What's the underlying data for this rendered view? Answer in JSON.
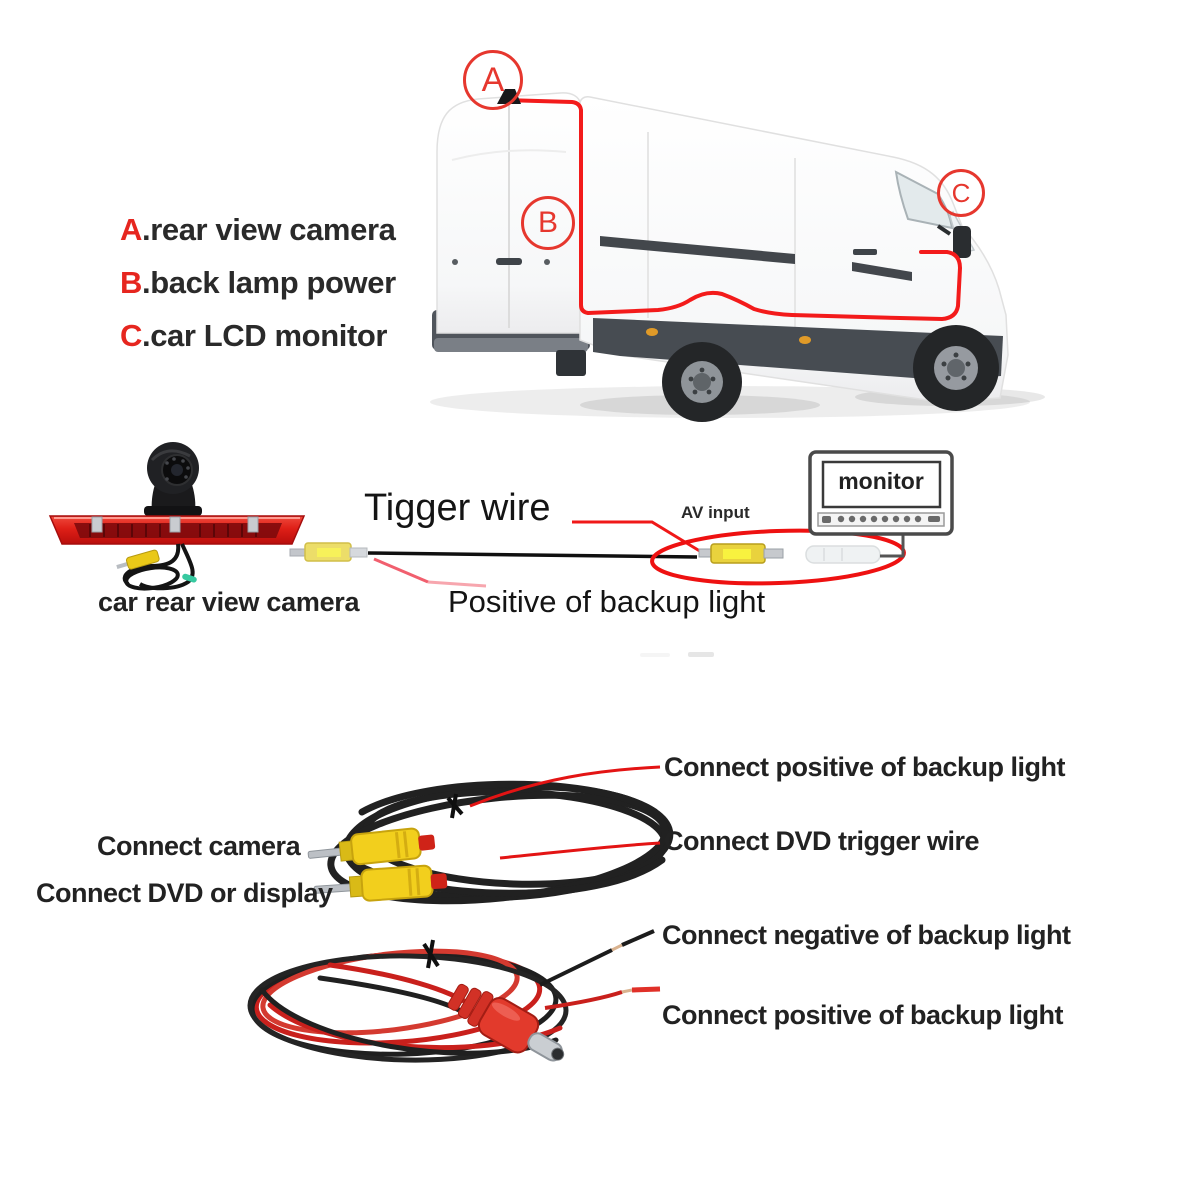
{
  "colors": {
    "accent_red": "#e6261f",
    "wire_red": "#ee1c1c",
    "rca_yellow": "#f2cf1d",
    "dark_text": "#1f1f1f",
    "van_skirt_gray": "#474c52"
  },
  "legend": {
    "items": [
      {
        "key": "A",
        "label": ".rear view camera"
      },
      {
        "key": "B",
        "label": ".back lamp power"
      },
      {
        "key": "C",
        "label": ".car LCD monitor"
      }
    ]
  },
  "van": {
    "markers": {
      "a": "A",
      "b": "B",
      "c": "C"
    }
  },
  "middle": {
    "camera_caption": "car rear view camera",
    "trigger_label": "Tigger wire",
    "av_input_label": "AV input",
    "monitor_label": "monitor",
    "positive_label": "Positive of backup light"
  },
  "bottom": {
    "connect_camera": "Connect camera",
    "connect_dvd_display": "Connect DVD or display",
    "connect_positive_top": "Connect positive of backup light",
    "connect_trigger": "Connect DVD trigger wire",
    "connect_negative": "Connect negative of backup light",
    "connect_positive_bottom": "Connect positive of backup light"
  }
}
